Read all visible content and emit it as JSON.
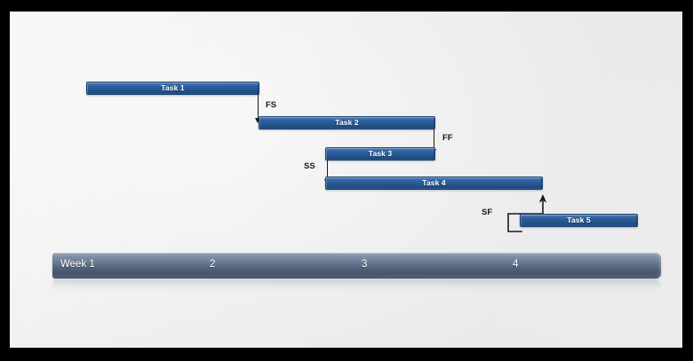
{
  "slide": {
    "background_color": "#ededed",
    "frame_color": "#000000"
  },
  "chart_data": {
    "type": "bar",
    "chart_kind": "gantt",
    "title": "",
    "xlabel": "",
    "ylabel": "",
    "axis_unit": "week",
    "xlim": [
      1,
      5
    ],
    "grid": false,
    "legend": "none",
    "timeline": {
      "ticks": [
        {
          "label": "Week 1",
          "week": 1
        },
        {
          "label": "2",
          "week": 2
        },
        {
          "label": "3",
          "week": 3
        },
        {
          "label": "4",
          "week": 4
        }
      ]
    },
    "categories": [
      "Task 1",
      "Task 2",
      "Task 3",
      "Task 4",
      "Task 5"
    ],
    "tasks": [
      {
        "label": "Task 1",
        "start_week": 1.3,
        "end_week": 2.44,
        "row": 1
      },
      {
        "label": "Task 2",
        "start_week": 2.42,
        "end_week": 3.58,
        "row": 2
      },
      {
        "label": "Task 3",
        "start_week": 2.86,
        "end_week": 3.58,
        "row": 3
      },
      {
        "label": "Task 4",
        "start_week": 2.86,
        "end_week": 4.29,
        "row": 4
      },
      {
        "label": "Task 5",
        "start_week": 4.14,
        "end_week": 4.92,
        "row": 5
      }
    ],
    "dependencies": [
      {
        "label": "FS",
        "from": "Task 1",
        "to": "Task 2",
        "type": "finish-to-start"
      },
      {
        "label": "FF",
        "from": "Task 2",
        "to": "Task 3",
        "type": "finish-to-finish"
      },
      {
        "label": "SS",
        "from": "Task 3",
        "to": "Task 4",
        "type": "start-to-start"
      },
      {
        "label": "SF",
        "from": "Task 5",
        "to": "Task 4",
        "type": "start-to-finish"
      }
    ],
    "colors": {
      "bar_fill": "#2f5f9e",
      "bar_highlight": "#4e81bd",
      "bar_shadow": "#1d4a80",
      "bar_border": "#1b4373",
      "bar_text": "#ffffff",
      "timeline_fill": "#5d6f8a",
      "timeline_text": "#ffffff",
      "dependency_line": "#1a1a1a",
      "dependency_label": "#1a1a1a"
    }
  }
}
